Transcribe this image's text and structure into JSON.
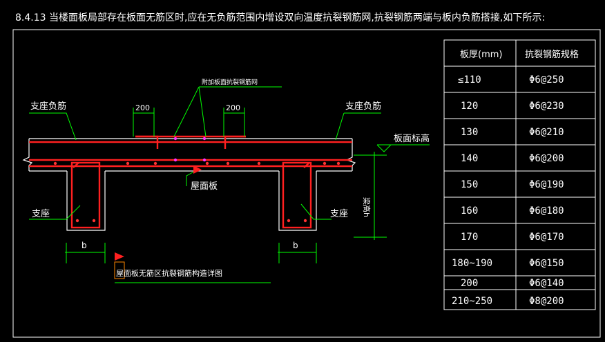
{
  "header": {
    "title": "8.4.13  当楼面板局部存在板面无筋区时,应在无负筋范围内增设双向温度抗裂钢筋网,抗裂钢筋两端与板内负筋搭接,如下所示:"
  },
  "drawing": {
    "left_support_rebar": "支座负筋",
    "right_support_rebar": "支座负筋",
    "extra_mesh": "附加板面抗裂钢筋网",
    "dim_200_left": "200",
    "dim_200_right": "200",
    "slab_top_elev": "板面标高",
    "roof_slab": "屋面板",
    "beam_height": "梁高h",
    "support_left": "支座",
    "support_right": "支座",
    "dim_b_left": "b",
    "dim_b_right": "b",
    "caption": "屋面板无筋区抗裂钢筋构造详图"
  },
  "table": {
    "headers": [
      "板厚(mm)",
      "抗裂钢筋规格"
    ],
    "rows": [
      [
        "≤110",
        "Φ6@250"
      ],
      [
        "120",
        "Φ6@230"
      ],
      [
        "130",
        "Φ6@210"
      ],
      [
        "140",
        "Φ6@200"
      ],
      [
        "150",
        "Φ6@190"
      ],
      [
        "160",
        "Φ6@180"
      ],
      [
        "170",
        "Φ6@170"
      ],
      [
        "180~190",
        "Φ6@150"
      ],
      [
        "200",
        "Φ6@140"
      ],
      [
        "210~250",
        "Φ8@200"
      ]
    ]
  },
  "colors": {
    "background": "#000000",
    "line": "#ffffff",
    "rebar": "#ff2020",
    "leader": "#00ff00",
    "dot": "#ff00ff"
  }
}
